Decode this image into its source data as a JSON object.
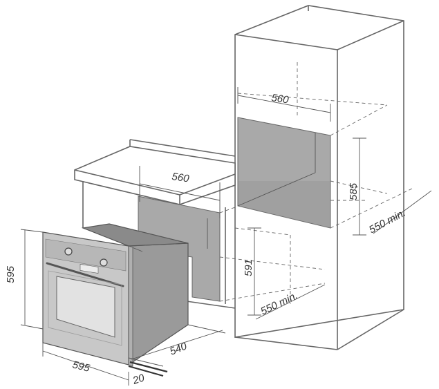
{
  "colors": {
    "background": "#ffffff",
    "cabinet_line": "#666666",
    "cavity_fill": "#a9a9a9",
    "oven_body": "#9a9a9a",
    "oven_front": "#c8c8c8",
    "oven_window": "#e2e2e2",
    "dimension_line": "#555555",
    "text": "#333333"
  },
  "labels": {
    "tall_cavity_width": "560",
    "tall_cavity_height": "585",
    "tall_cavity_depth": "550 min.",
    "counter_cavity_width": "560",
    "counter_cavity_height": "591",
    "counter_cavity_depth": "550 min.",
    "oven_height": "595",
    "oven_width": "595",
    "oven_depth": "540",
    "front_panel_thickness": "20"
  }
}
